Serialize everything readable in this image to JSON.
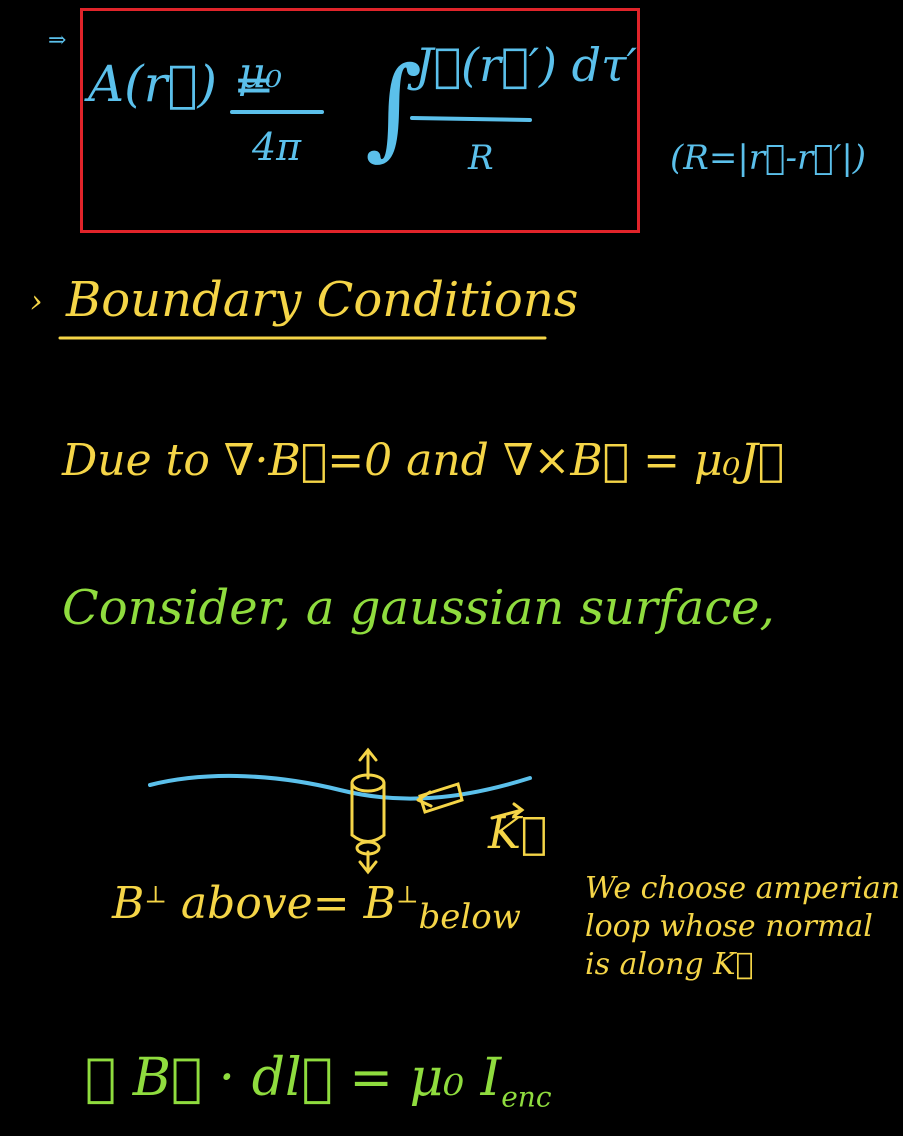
{
  "colors": {
    "background": "#000000",
    "box": "#e0242a",
    "blue_ink": "#5bc0eb",
    "yellow_ink": "#f5d547",
    "green_ink": "#8fdc3e"
  },
  "formula": {
    "arrow": "⇒",
    "lhs": "A(r⃗) =",
    "coef_num": "μ₀",
    "coef_den": "4π",
    "integral": "∫",
    "int_num": "J⃗(r⃗′) dτ′",
    "int_den": "R",
    "note": "(R=|r⃗-r⃗′|)"
  },
  "boundary": {
    "bullet": "›",
    "heading": "Boundary Conditions"
  },
  "due_to": "Due to  ∇·B⃗=0  and  ∇×B⃗ = μ₀J⃗",
  "consider": "Consider,  a  gaussian  surface,",
  "figure": {
    "k_label": "K⃗"
  },
  "b_perp": {
    "b1": "B",
    "sup1": "⊥",
    "above": "above",
    "eq": "=",
    "b2": "B",
    "sup2": "⊥",
    "below": "below"
  },
  "note_lines": [
    "We choose amperian",
    "loop whose normal",
    "is along K⃗"
  ],
  "loop_integral": {
    "lhs": "∮ B⃗ · dl⃗",
    "rhs": "= μ₀ I",
    "sub": "enc"
  }
}
